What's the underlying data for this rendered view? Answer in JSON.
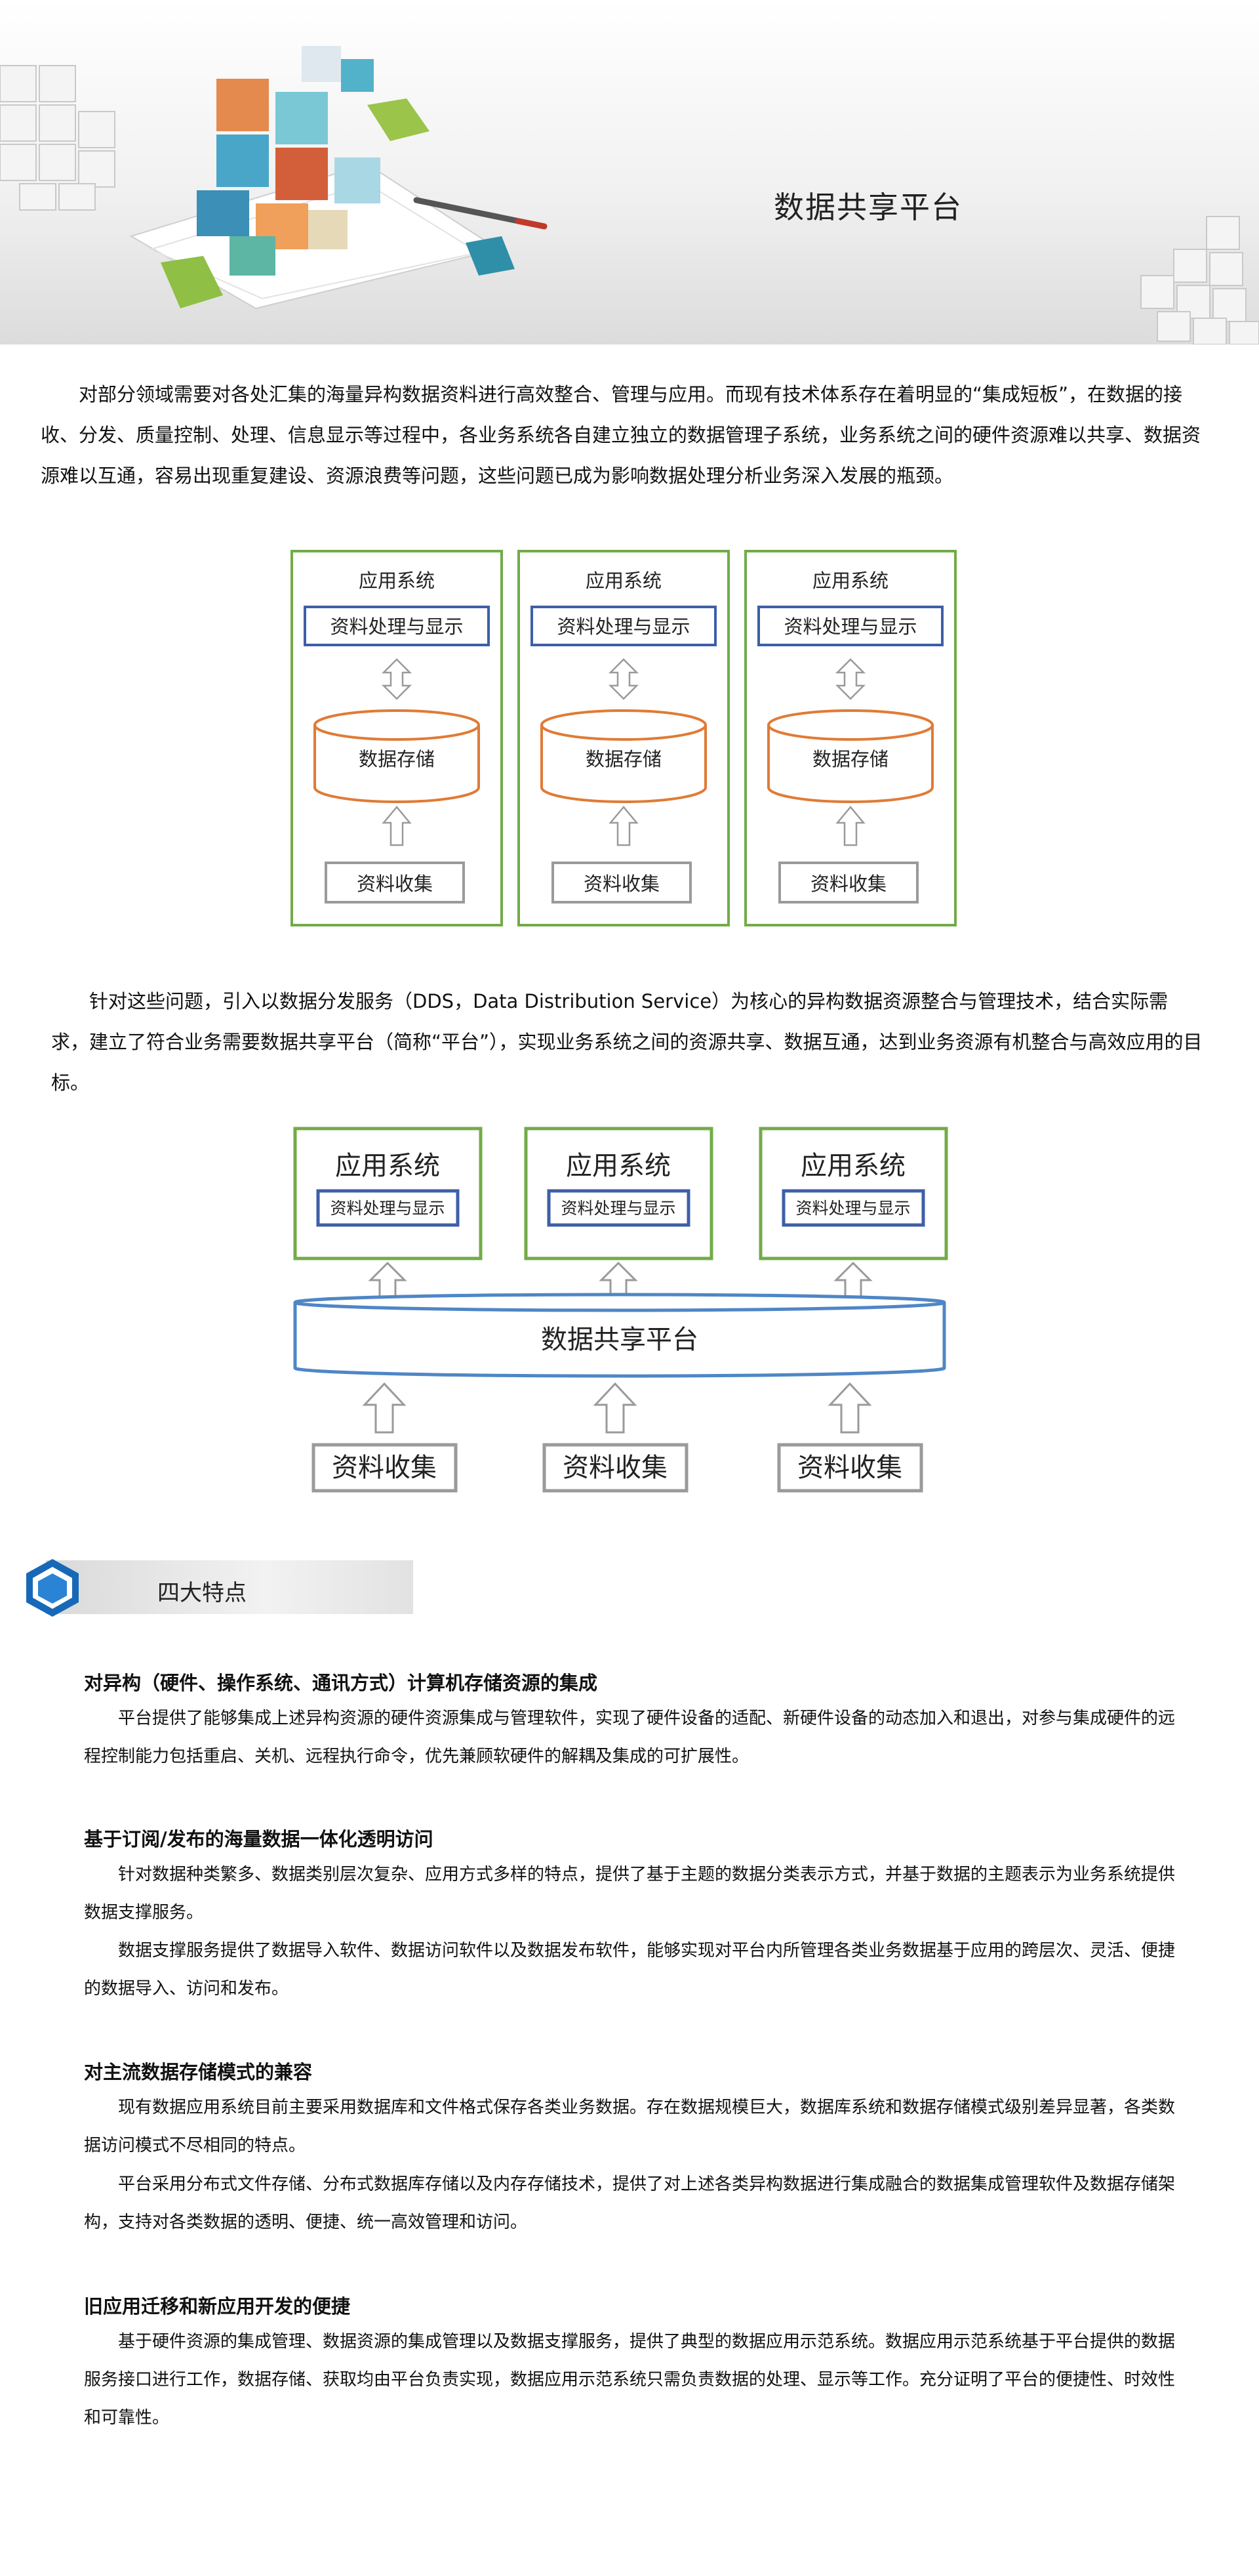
{
  "banner": {
    "title": "数据共享平台"
  },
  "intro": "对部分领域需要对各处汇集的海量异构数据资料进行高效整合、管理与应用。而现有技术体系存在着明显的“集成短板”，在数据的接收、分发、质量控制、处理、信息显示等过程中，各业务系统各自建立独立的数据管理子系统，业务系统之间的硬件资源难以共享、数据资源难以互通，容易出现重复建设、资源浪费等问题，这些问题已成为影响数据处理分析业务深入发展的瓶颈。",
  "diagram1": {
    "columns": [
      {
        "app": "应用系统",
        "process": "资料处理与显示",
        "storage": "数据存储",
        "collect": "资料收集"
      },
      {
        "app": "应用系统",
        "process": "资料处理与显示",
        "storage": "数据存储",
        "collect": "资料收集"
      },
      {
        "app": "应用系统",
        "process": "资料处理与显示",
        "storage": "数据存储",
        "collect": "资料收集"
      }
    ]
  },
  "para2": "针对这些问题，引入以数据分发服务（DDS，Data Distribution Service）为核心的异构数据资源整合与管理技术，结合实际需求，建立了符合业务需要数据共享平台（简称“平台”），实现业务系统之间的资源共享、数据互通，达到业务资源有机整合与高效应用的目标。",
  "diagram2": {
    "apps": [
      {
        "app": "应用系统",
        "process": "资料处理与显示"
      },
      {
        "app": "应用系统",
        "process": "资料处理与显示"
      },
      {
        "app": "应用系统",
        "process": "资料处理与显示"
      }
    ],
    "platform": "数据共享平台",
    "collects": [
      "资料收集",
      "资料收集",
      "资料收集"
    ]
  },
  "section": {
    "title": "四大特点"
  },
  "features": [
    {
      "heading": "对异构（硬件、操作系统、通讯方式）计算机存储资源的集成",
      "paragraphs": [
        "平台提供了能够集成上述异构资源的硬件资源集成与管理软件，实现了硬件设备的适配、新硬件设备的动态加入和退出，对参与集成硬件的远程控制能力包括重启、关机、远程执行命令，优先兼顾软硬件的解耦及集成的可扩展性。"
      ]
    },
    {
      "heading": "基于订阅/发布的海量数据一体化透明访问",
      "paragraphs": [
        "针对数据种类繁多、数据类别层次复杂、应用方式多样的特点，提供了基于主题的数据分类表示方式，并基于数据的主题表示为业务系统提供数据支撑服务。",
        "数据支撑服务提供了数据导入软件、数据访问软件以及数据发布软件，能够实现对平台内所管理各类业务数据基于应用的跨层次、灵活、便捷的数据导入、访问和发布。"
      ]
    },
    {
      "heading": "对主流数据存储模式的兼容",
      "paragraphs": [
        "现有数据应用系统目前主要采用数据库和文件格式保存各类业务数据。存在数据规模巨大，数据库系统和数据存储模式级别差异显著，各类数据访问模式不尽相同的特点。",
        "平台采用分布式文件存储、分布式数据库存储以及内存存储技术，提供了对上述各类异构数据进行集成融合的数据集成管理软件及数据存储架构，支持对各类数据的透明、便捷、统一高效管理和访问。"
      ]
    },
    {
      "heading": "旧应用迁移和新应用开发的便捷",
      "paragraphs": [
        "基于硬件资源的集成管理、数据资源的集成管理以及数据支撑服务，提供了典型的数据应用示范系统。数据应用示范系统基于平台提供的数据服务接口进行工作，数据存储、获取均由平台负责实现，数据应用示范系统只需负责数据的处理、显示等工作。充分证明了平台的便捷性、时效性和可靠性。"
      ]
    }
  ]
}
